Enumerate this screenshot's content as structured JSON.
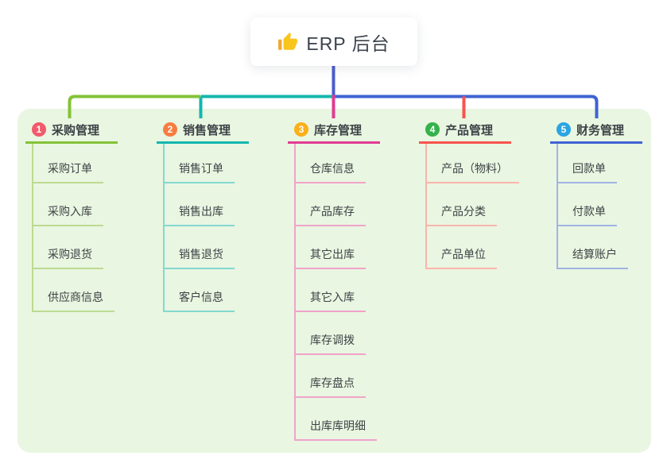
{
  "root": {
    "label": "ERP 后台",
    "icon": "thumbs-up"
  },
  "colors": {
    "root_connector": "#4a5dcb",
    "panel_bg": "#e9f6e1",
    "card_bg": "#ffffff",
    "text": "#3e4347"
  },
  "branches": [
    {
      "num": "1",
      "label": "采购管理",
      "circle_color": "#f25a6b",
      "line_color": "#83c338",
      "child_line_color": "#bcda92",
      "children": [
        "采购订单",
        "采购入库",
        "采购退货",
        "供应商信息"
      ]
    },
    {
      "num": "2",
      "label": "销售管理",
      "circle_color": "#f67d41",
      "line_color": "#13b7ae",
      "child_line_color": "#83d8cf",
      "children": [
        "销售订单",
        "销售出库",
        "销售退货",
        "客户信息"
      ]
    },
    {
      "num": "3",
      "label": "库存管理",
      "circle_color": "#fbaf19",
      "line_color": "#e13b93",
      "child_line_color": "#f0a3ca",
      "children": [
        "仓库信息",
        "产品库存",
        "其它出库",
        "其它入库",
        "库存调拨",
        "库存盘点",
        "出库库明细"
      ]
    },
    {
      "num": "4",
      "label": "产品管理",
      "circle_color": "#35b24b",
      "line_color": "#f9534f",
      "child_line_color": "#fab4ad",
      "children": [
        "产品（物料）",
        "产品分类",
        "产品单位"
      ]
    },
    {
      "num": "5",
      "label": "财务管理",
      "circle_color": "#2aa5e2",
      "line_color": "#4063d3",
      "child_line_color": "#a2b4e4",
      "children": [
        "回款单",
        "付款单",
        "结算账户"
      ]
    }
  ]
}
